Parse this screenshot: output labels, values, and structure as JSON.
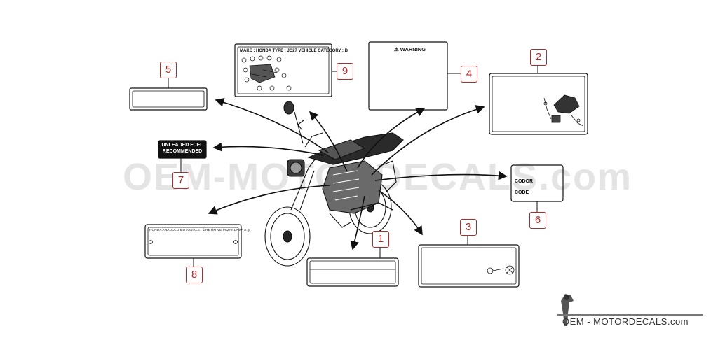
{
  "watermark": {
    "text": "OEM-MOTORDECALS.com"
  },
  "callouts": [
    "1",
    "2",
    "3",
    "4",
    "5",
    "6",
    "7",
    "8",
    "9"
  ],
  "labels": {
    "warning": "⚠ WARNING",
    "make": "MAKE : HONDA TYPE : JC27 VEHICLE CATEGORY : B",
    "fuel_line1": "UNLEADED FUEL",
    "fuel_line2": "RECOMMENDED",
    "color": "CODOR",
    "code": "CODE",
    "company": "HONDA ANADOLU MOTOSİKLET ÜRETİM VE PAZARLAMA A.Ş."
  },
  "footer": {
    "brand": "OEM - MOTORDECALS.com"
  },
  "colors": {
    "callout": "#b22a2a",
    "line": "#111111",
    "watermark": "#e4e4e4"
  }
}
